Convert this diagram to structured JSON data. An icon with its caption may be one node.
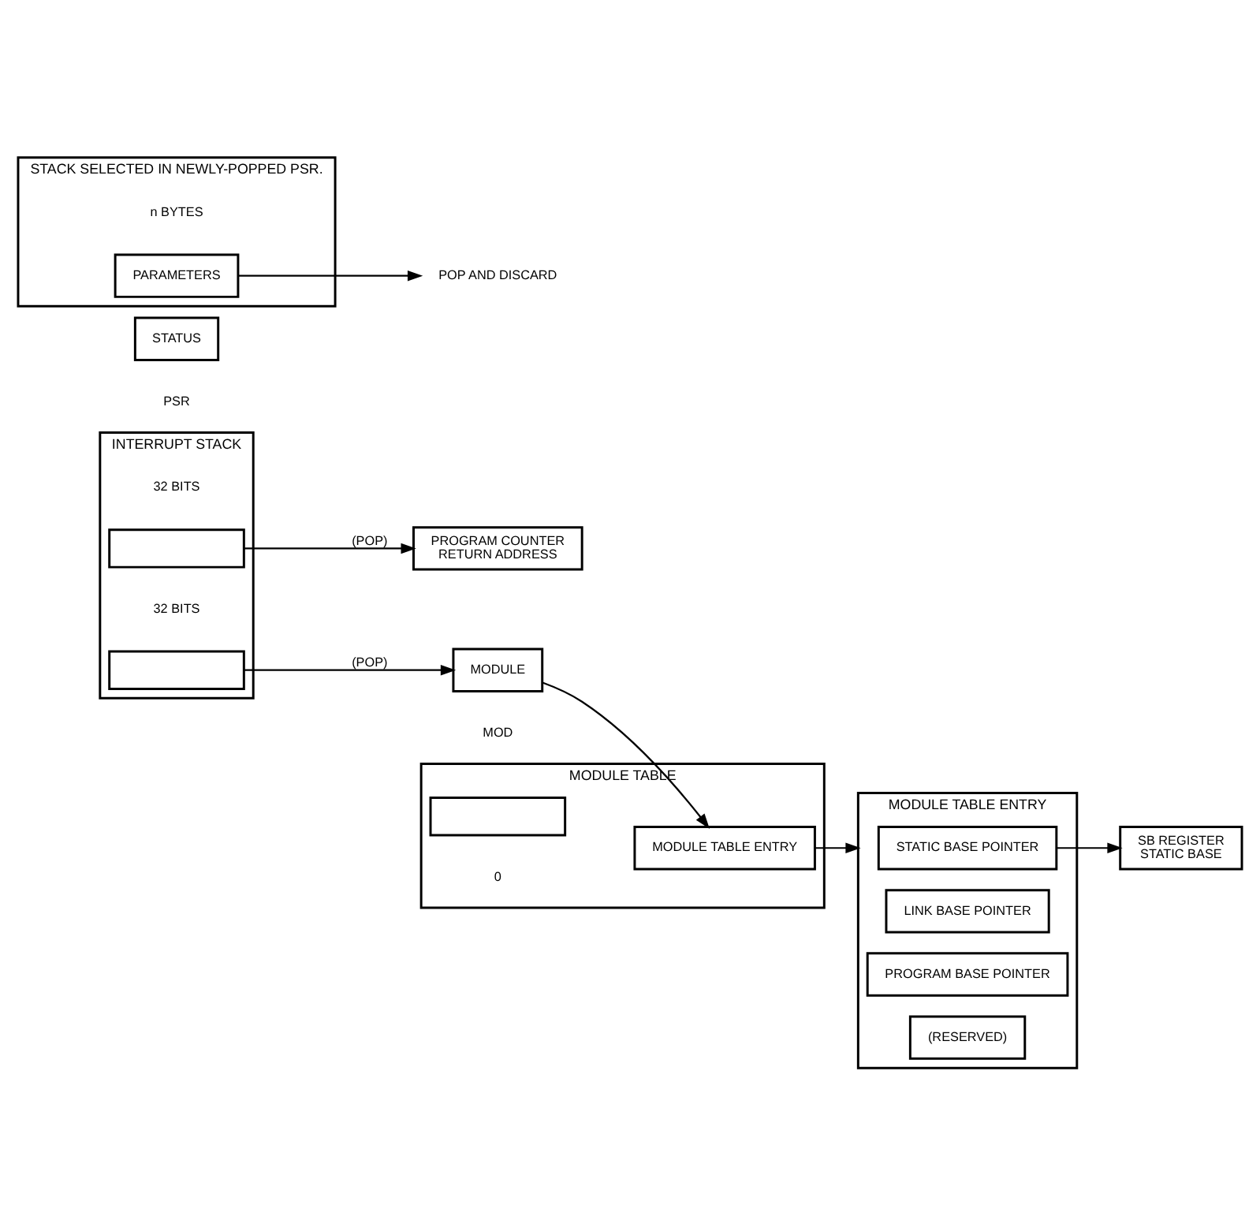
{
  "diagram": {
    "nodes": [
      {
        "text": [
          "PROGRAM COUNTER",
          "RETURN ADDRESS"
        ]
      },
      {
        "text": [
          "STATUS"
        ],
        "beside": [
          "PSR"
        ]
      },
      {
        "text": [
          "MODULE"
        ],
        "beside": [
          "MOD"
        ]
      },
      {
        "text": [
          "INTERRUPT STACK"
        ]
      },
      {
        "text": [],
        "shape": "box",
        "in": 3,
        "beside": [
          "32 BITS"
        ]
      },
      {
        "text": [],
        "shape": "box",
        "in": 3,
        "beside": [
          "32 BITS"
        ]
      },
      {
        "text": [
          "MODULE TABLE"
        ],
        "beside": [
          "0"
        ]
      },
      {
        "text": [
          "MODULE TABLE ENTRY"
        ],
        "in": 6
      },
      {
        "text": [],
        "shape": "box",
        "in": 6
      },
      {
        "text": [
          "MODULE TABLE ENTRY"
        ]
      },
      {
        "text": [
          "STATIC BASE POINTER"
        ],
        "in": 9
      },
      {
        "text": [
          "LINK BASE POINTER"
        ],
        "in": 9
      },
      {
        "text": [
          "PROGRAM BASE POINTER"
        ],
        "in": 9
      },
      {
        "text": [
          "(RESERVED)"
        ],
        "in": 9
      },
      {
        "text": [
          "SB REGISTER",
          "STATIC BASE"
        ]
      },
      {
        "text": [
          "STACK SELECTED IN NEWLY-POPPED PSR."
        ]
      },
      {
        "text": [
          "PARAMETERS"
        ],
        "in": 15,
        "beside": [
          "n BYTES"
        ]
      },
      {
        "text": [
          "POP AND DISCARD"
        ]
      }
    ],
    "edges": [
      {
        "from": 4,
        "to": 0,
        "arrow": "to",
        "label": "(POP)"
      },
      {
        "from": 5,
        "to": 2,
        "arrow": "to",
        "label": "(POP)"
      },
      {
        "from": 2,
        "to": 7,
        "arrow": "to"
      },
      {
        "from": 7,
        "to": 9,
        "arrow": "to"
      },
      {
        "from": 10,
        "to": 14,
        "arrow": "to"
      },
      {
        "from": 16,
        "to": 17,
        "arrow": "to"
      }
    ]
  }
}
